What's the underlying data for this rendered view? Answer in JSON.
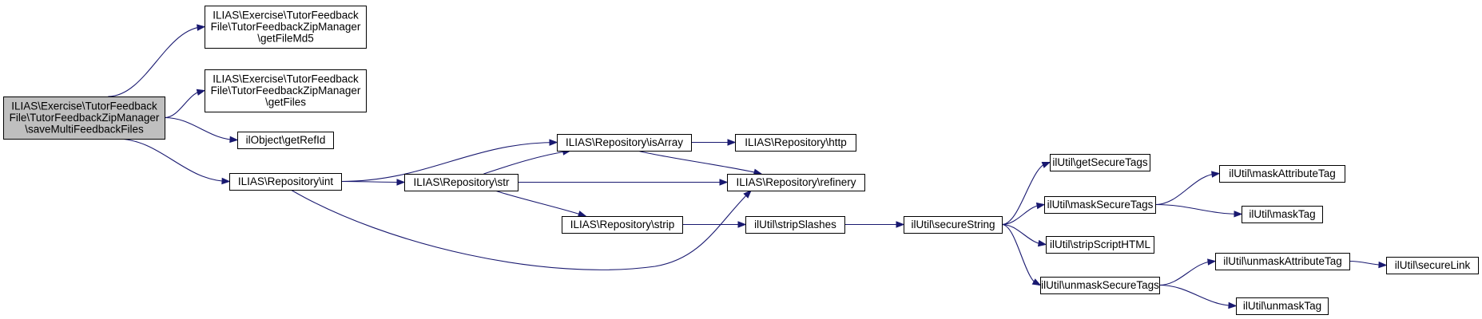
{
  "diagram": {
    "type": "call-graph",
    "colors": {
      "edge": "#191970",
      "node_border": "#000000",
      "node_fill": "#ffffff",
      "root_fill": "#bfbfbf"
    },
    "nodes": [
      {
        "id": "root",
        "lines": [
          "ILIAS\\Exercise\\TutorFeedback",
          "File\\TutorFeedbackZipManager",
          "\\saveMultiFeedbackFiles"
        ],
        "root": true
      },
      {
        "id": "getFileMd5",
        "lines": [
          "ILIAS\\Exercise\\TutorFeedback",
          "File\\TutorFeedbackZipManager",
          "\\getFileMd5"
        ]
      },
      {
        "id": "getFiles",
        "lines": [
          "ILIAS\\Exercise\\TutorFeedback",
          "File\\TutorFeedbackZipManager",
          "\\getFiles"
        ]
      },
      {
        "id": "getRefId",
        "lines": [
          "ilObject\\getRefId"
        ]
      },
      {
        "id": "int",
        "lines": [
          "ILIAS\\Repository\\int"
        ]
      },
      {
        "id": "isArray",
        "lines": [
          "ILIAS\\Repository\\isArray"
        ]
      },
      {
        "id": "str",
        "lines": [
          "ILIAS\\Repository\\str"
        ]
      },
      {
        "id": "strip",
        "lines": [
          "ILIAS\\Repository\\strip"
        ]
      },
      {
        "id": "http",
        "lines": [
          "ILIAS\\Repository\\http"
        ]
      },
      {
        "id": "refinery",
        "lines": [
          "ILIAS\\Repository\\refinery"
        ]
      },
      {
        "id": "stripSlashes",
        "lines": [
          "ilUtil\\stripSlashes"
        ]
      },
      {
        "id": "secureString",
        "lines": [
          "ilUtil\\secureString"
        ]
      },
      {
        "id": "getSecureTags",
        "lines": [
          "ilUtil\\getSecureTags"
        ]
      },
      {
        "id": "maskSecureTags",
        "lines": [
          "ilUtil\\maskSecureTags"
        ]
      },
      {
        "id": "stripScriptHTML",
        "lines": [
          "ilUtil\\stripScriptHTML"
        ]
      },
      {
        "id": "unmaskSecureTags",
        "lines": [
          "ilUtil\\unmaskSecureTags"
        ]
      },
      {
        "id": "maskAttributeTag",
        "lines": [
          "ilUtil\\maskAttributeTag"
        ]
      },
      {
        "id": "maskTag",
        "lines": [
          "ilUtil\\maskTag"
        ]
      },
      {
        "id": "unmaskAttributeTag",
        "lines": [
          "ilUtil\\unmaskAttributeTag"
        ]
      },
      {
        "id": "unmaskTag",
        "lines": [
          "ilUtil\\unmaskTag"
        ]
      },
      {
        "id": "secureLink",
        "lines": [
          "ilUtil\\secureLink"
        ]
      }
    ],
    "edges": [
      [
        "root",
        "getFileMd5"
      ],
      [
        "root",
        "getFiles"
      ],
      [
        "root",
        "getRefId"
      ],
      [
        "root",
        "int"
      ],
      [
        "int",
        "isArray"
      ],
      [
        "int",
        "str"
      ],
      [
        "int",
        "refinery"
      ],
      [
        "str",
        "isArray"
      ],
      [
        "str",
        "refinery"
      ],
      [
        "str",
        "strip"
      ],
      [
        "isArray",
        "http"
      ],
      [
        "isArray",
        "refinery"
      ],
      [
        "strip",
        "stripSlashes"
      ],
      [
        "stripSlashes",
        "secureString"
      ],
      [
        "secureString",
        "getSecureTags"
      ],
      [
        "secureString",
        "maskSecureTags"
      ],
      [
        "secureString",
        "stripScriptHTML"
      ],
      [
        "secureString",
        "unmaskSecureTags"
      ],
      [
        "maskSecureTags",
        "maskAttributeTag"
      ],
      [
        "maskSecureTags",
        "maskTag"
      ],
      [
        "unmaskSecureTags",
        "unmaskAttributeTag"
      ],
      [
        "unmaskSecureTags",
        "unmaskTag"
      ],
      [
        "unmaskAttributeTag",
        "secureLink"
      ]
    ]
  }
}
